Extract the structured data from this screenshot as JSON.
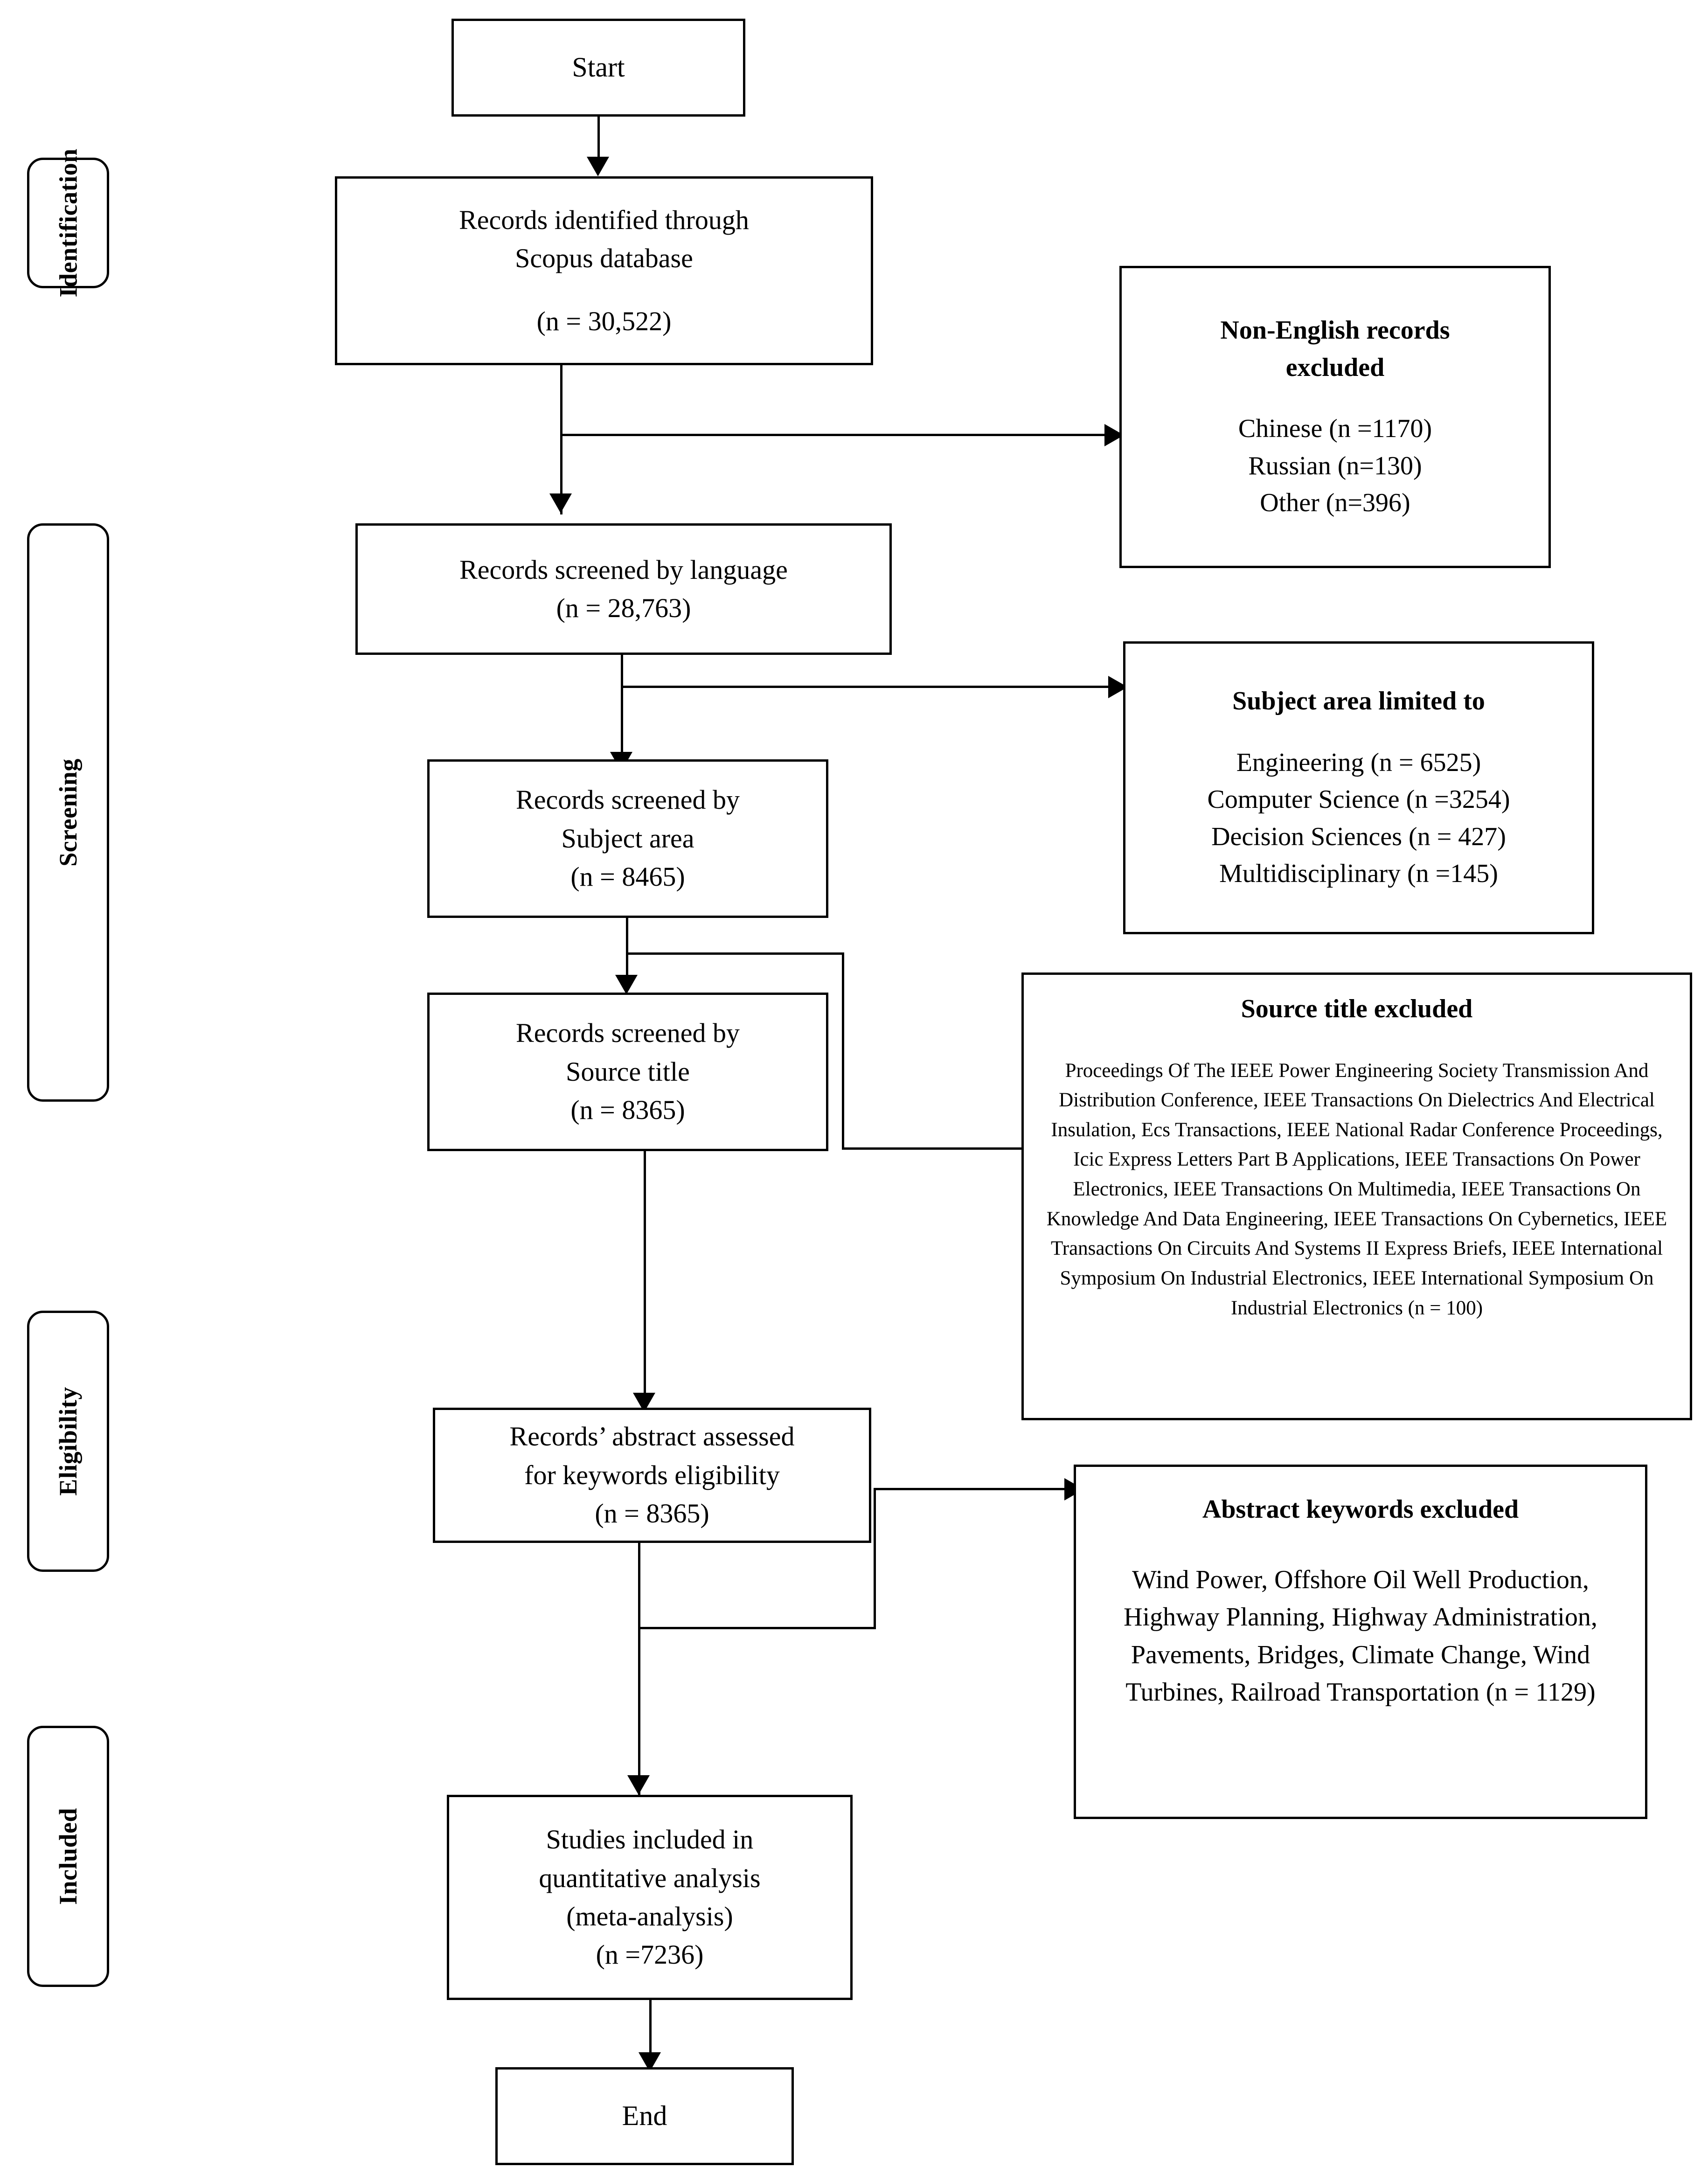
{
  "diagram": {
    "type": "PRISMA flow diagram",
    "stages": [
      {
        "name": "identification",
        "label": "Identification"
      },
      {
        "name": "screening",
        "label": "Screening"
      },
      {
        "name": "eligibility",
        "label": "Eligibility"
      },
      {
        "name": "included",
        "label": "Included"
      }
    ],
    "flow_nodes": [
      {
        "name": "start",
        "lines": [
          "Start"
        ]
      },
      {
        "name": "records-identified",
        "lines": [
          "Records identified through",
          "Scopus database",
          "",
          "(n = 30,522)"
        ]
      },
      {
        "name": "screened-language",
        "lines": [
          "Records screened by language",
          "(n = 28,763)"
        ]
      },
      {
        "name": "screened-subject-area",
        "lines": [
          "Records screened by",
          "Subject area",
          "(n = 8465)"
        ]
      },
      {
        "name": "screened-source-title",
        "lines": [
          "Records screened by",
          "Source title",
          "(n = 8365)"
        ]
      },
      {
        "name": "abstract-assessed",
        "lines": [
          "Records’ abstract assessed",
          "for keywords eligibility",
          "(n = 8365)"
        ]
      },
      {
        "name": "studies-included",
        "lines": [
          "Studies included in",
          "quantitative analysis",
          "(meta-analysis)",
          "(n =7236)"
        ]
      },
      {
        "name": "end",
        "lines": [
          "End"
        ]
      }
    ],
    "exclusion_nodes": [
      {
        "name": "non-english-excluded",
        "heading": [
          "Non-English records",
          "excluded"
        ],
        "items": [
          "Chinese (n =1170)",
          "Russian (n=130)",
          "Other (n=396)"
        ]
      },
      {
        "name": "subject-area-limited",
        "heading": [
          "Subject area limited to"
        ],
        "items": [
          "Engineering (n = 6525)",
          "Computer Science (n =3254)",
          "Decision Sciences (n = 427)",
          "Multidisciplinary (n =145)"
        ]
      },
      {
        "name": "source-title-excluded",
        "heading": [
          "Source title excluded"
        ],
        "body": "Proceedings Of The IEEE Power Engineering Society Transmission And Distribution Conference, IEEE Transactions On Dielectrics And Electrical Insulation, Ecs Transactions, IEEE National Radar Conference Proceedings, Icic Express Letters Part B Applications, IEEE Transactions On Power Electronics, IEEE Transactions On Multimedia, IEEE Transactions On Knowledge And Data Engineering, IEEE Transactions On Cybernetics, IEEE Transactions On Circuits And Systems II Express Briefs, IEEE International Symposium On Industrial Electronics, IEEE International Symposium On Industrial Electronics (n = 100)"
      },
      {
        "name": "abstract-keywords-excluded",
        "heading": [
          "Abstract keywords excluded"
        ],
        "body": "Wind Power, Offshore Oil Well Production, Highway Planning, Highway Administration, Pavements, Bridges, Climate Change, Wind Turbines, Railroad Transportation (n = 1129)"
      }
    ],
    "colors": {
      "stroke": "#000000",
      "background": "#ffffff",
      "text": "#000000"
    }
  }
}
